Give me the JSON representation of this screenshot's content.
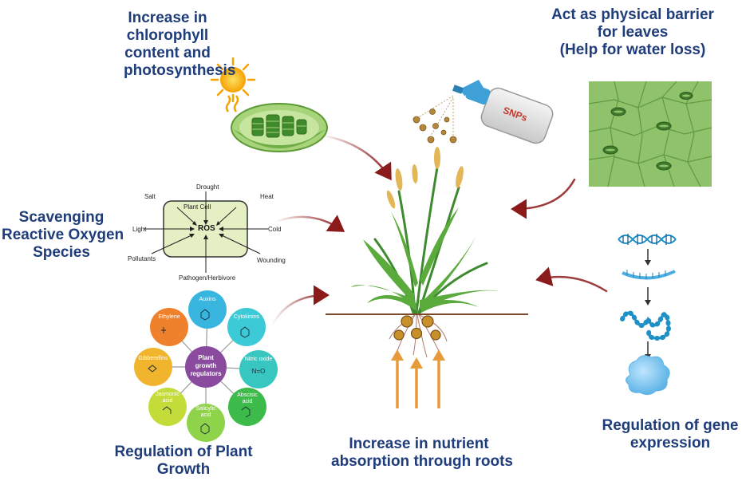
{
  "labels": {
    "chlorophyll": [
      "Increase in",
      "chlorophyll",
      "content and",
      "photosynthesis"
    ],
    "barrier": [
      "Act as physical barrier",
      "for leaves",
      "(Help for water loss)"
    ],
    "ros": [
      "Scavenging",
      "Reactive Oxygen",
      "Species"
    ],
    "growth": [
      "Regulation of Plant",
      "Growth"
    ],
    "nutrient": [
      "Increase in nutrient",
      "absorption through roots"
    ],
    "gene": [
      "Regulation of gene",
      "expression"
    ]
  },
  "spray": {
    "bottle_label": "SNPs"
  },
  "ros_cell": {
    "cell_label": "Plant Cell",
    "center": "ROS",
    "stresses": {
      "drought": "Drought",
      "heat": "Heat",
      "salt": "Salt",
      "light": "Light",
      "cold": "Cold",
      "pollutants": "Pollutants",
      "wounding": "Wounding",
      "pathogen": "Pathogen/Herbivore"
    }
  },
  "regulators": {
    "center": [
      "Plant",
      "growth",
      "regulators"
    ],
    "items": {
      "auxins": "Auxins",
      "cytokinins": "Cytokinins",
      "nitric_oxide": "Nitric oxide",
      "abscisic": [
        "Abscisic",
        "acid"
      ],
      "salicylic": [
        "Salicylic",
        "acid"
      ],
      "jasmonic": [
        "Jasmonic",
        "acid"
      ],
      "gibberellins": "Gibberellins",
      "ethylene": "Ethylene"
    },
    "formula_no": "N=O"
  },
  "colors": {
    "title": "#1f3d7a",
    "arrow": "#8b1a1a",
    "root_arrow": "#e69a3a",
    "leaf": "#8fc26a",
    "dna": "#1e90c8"
  }
}
